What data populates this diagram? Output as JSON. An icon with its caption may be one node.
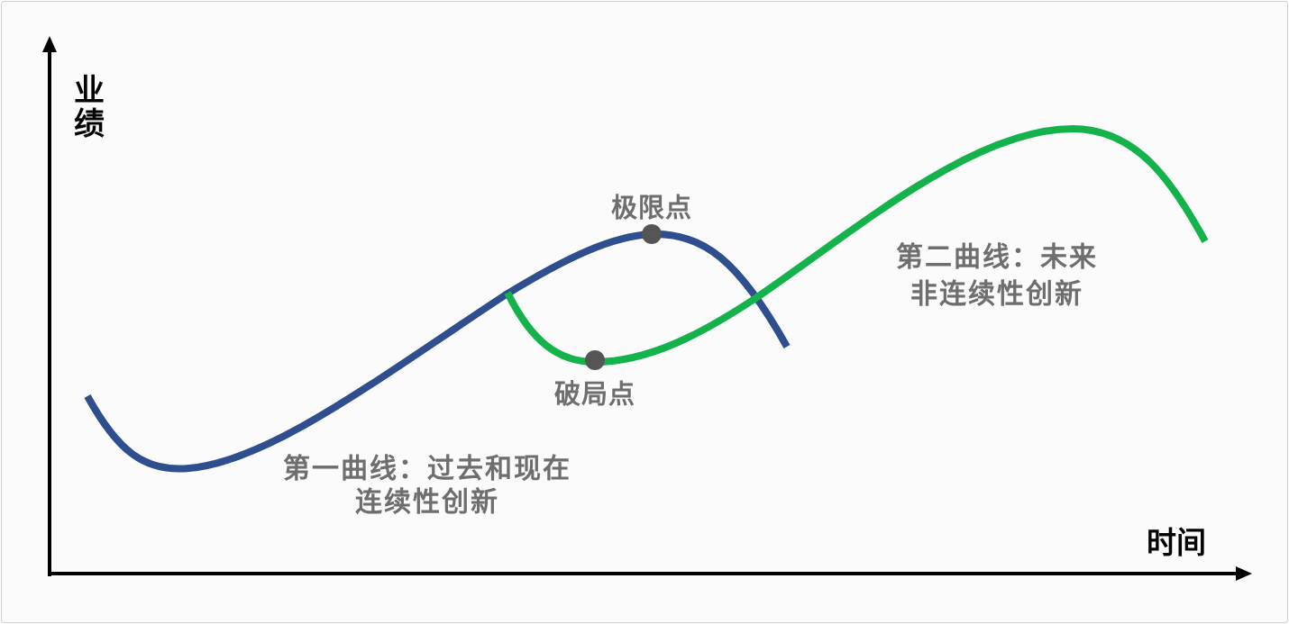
{
  "diagram": {
    "labels": [
      "业绩",
      "极限点",
      "第二曲线：未来非连续性创新",
      "破局点",
      "第一曲线：过去和现在连续性创新",
      "时间"
    ]
  }
}
